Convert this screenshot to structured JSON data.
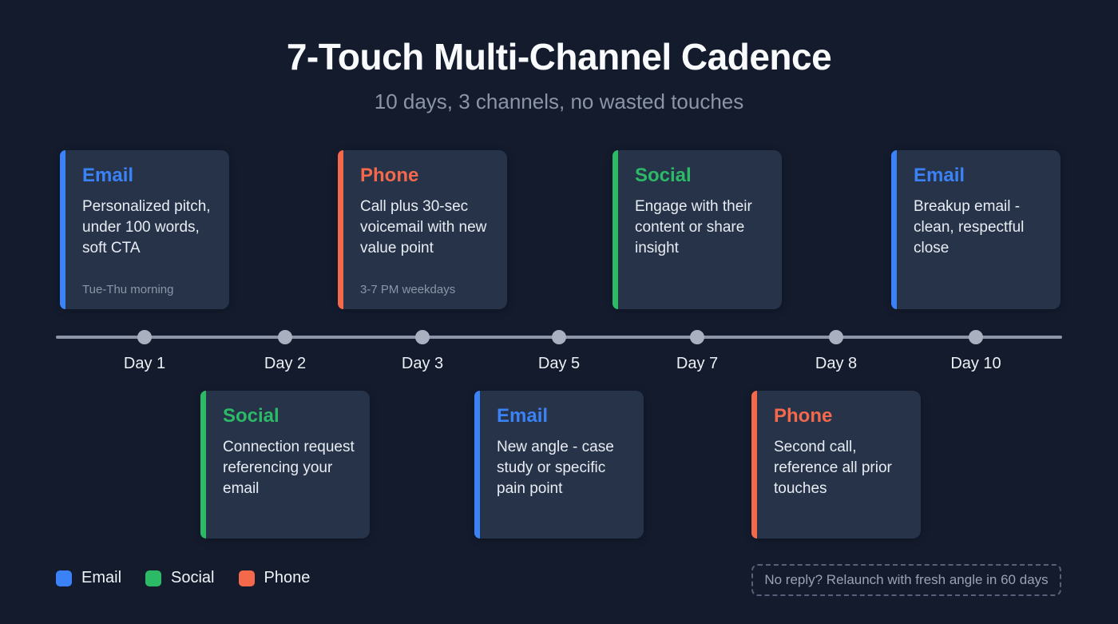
{
  "page": {
    "title": "7-Touch Multi-Channel Cadence",
    "subtitle": "10 days, 3 channels, no wasted touches"
  },
  "colors": {
    "background": "#131b2d",
    "card": "#263349",
    "email": "#3b82f6",
    "social": "#2cba66",
    "phone": "#f4694b",
    "muted": "#8b95a7"
  },
  "channels": [
    {
      "name": "Email",
      "color": "#3b82f6"
    },
    {
      "name": "Social",
      "color": "#2cba66"
    },
    {
      "name": "Phone",
      "color": "#f4694b"
    }
  ],
  "timeline": {
    "days": [
      "Day 1",
      "Day 2",
      "Day 3",
      "Day 5",
      "Day 7",
      "Day 8",
      "Day 10"
    ]
  },
  "touches": [
    {
      "day": "Day 1",
      "channel": "Email",
      "position": "above",
      "description": "Personalized pitch, under 100 words, soft CTA",
      "note": "Tue-Thu morning"
    },
    {
      "day": "Day 2",
      "channel": "Social",
      "position": "below",
      "description": "Connection request referencing your email",
      "note": ""
    },
    {
      "day": "Day 3",
      "channel": "Phone",
      "position": "above",
      "description": "Call plus 30-sec voicemail with new value point",
      "note": "3-7 PM weekdays"
    },
    {
      "day": "Day 5",
      "channel": "Email",
      "position": "below",
      "description": "New angle - case study or specific pain point",
      "note": ""
    },
    {
      "day": "Day 7",
      "channel": "Social",
      "position": "above",
      "description": "Engage with their content or share insight",
      "note": ""
    },
    {
      "day": "Day 8",
      "channel": "Phone",
      "position": "below",
      "description": "Second call, reference all prior touches",
      "note": ""
    },
    {
      "day": "Day 10",
      "channel": "Email",
      "position": "above",
      "description": "Breakup email - clean, respectful close",
      "note": ""
    }
  ],
  "footer_note": "No reply? Relaunch with fresh angle in 60 days"
}
